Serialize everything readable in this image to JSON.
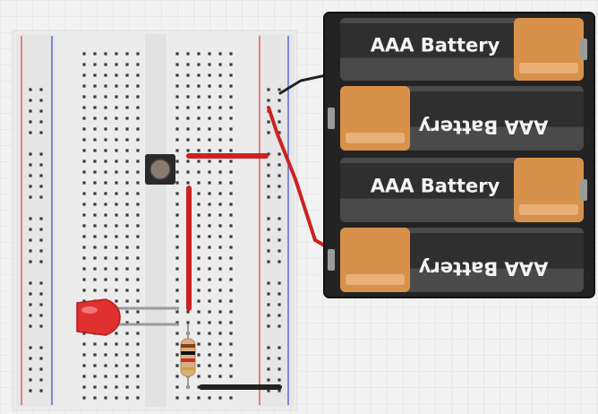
{
  "battery_pack": {
    "cells": [
      {
        "label": "AAA Battery",
        "orientation": "normal"
      },
      {
        "label": "AAA Battery",
        "orientation": "flipped"
      },
      {
        "label": "AAA Battery",
        "orientation": "normal"
      },
      {
        "label": "AAA Battery",
        "orientation": "flipped"
      }
    ]
  },
  "components": {
    "led_color": "red",
    "resistor_type": "axial",
    "button_type": "tactile-push-button"
  },
  "colors": {
    "canvas": "#f2f2f2",
    "grid": "#dedede",
    "breadboard": "#ececec",
    "breadboard_edge": "#dcdcdc",
    "rail_red": "#e06060",
    "rail_blue": "#5a6ad0",
    "hole": "#3a3a3a",
    "hole_active": "#3fbf3f",
    "wire_red": "#cc2222",
    "wire_black": "#222222",
    "battery_case": "#232323",
    "battery_copper": "#d8914a",
    "battery_body": "#4a4a4a",
    "battery_label": "#f4f4f4",
    "led": "#e03030",
    "button_body": "#2a2a2a",
    "button_cap": "#8a7a70"
  }
}
